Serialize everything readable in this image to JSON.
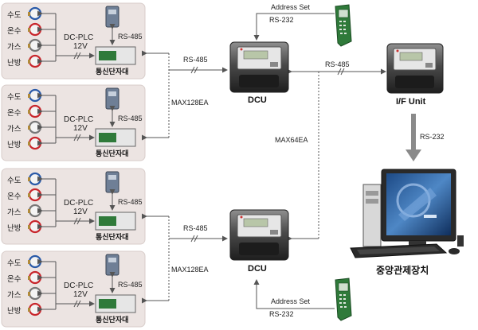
{
  "panels": [
    {
      "meters": [
        "수도",
        "온수",
        "가스",
        "난방"
      ],
      "plc_line1": "DC-PLC",
      "plc_line2": "12V",
      "link": "RS-485",
      "unit": "통신단자대"
    },
    {
      "meters": [
        "수도",
        "온수",
        "가스",
        "난방"
      ],
      "plc_line1": "DC-PLC",
      "plc_line2": "12V",
      "link": "RS-485",
      "unit": "통신단자대"
    },
    {
      "meters": [
        "수도",
        "온수",
        "가스",
        "난방"
      ],
      "plc_line1": "DC-PLC",
      "plc_line2": "12V",
      "link": "RS-485",
      "unit": "통신단자대"
    },
    {
      "meters": [
        "수도",
        "온수",
        "가스",
        "난방"
      ],
      "plc_line1": "DC-PLC",
      "plc_line2": "12V",
      "link": "RS-485",
      "unit": "통신단자대"
    }
  ],
  "labels": {
    "rs485_top": "RS-485",
    "max_top": "MAX128EA",
    "rs485_bottom": "RS-485",
    "max_bottom": "MAX128EA",
    "max_mid": "MAX64EA",
    "rs485_dcu_if": "RS-485",
    "rs232_down": "RS-232",
    "address_set_top": "Address Set",
    "rs232_top": "RS-232",
    "address_set_bottom": "Address Set",
    "rs232_bottom": "RS-232",
    "dcu_top": "DCU",
    "dcu_bottom": "DCU",
    "if_unit": "I/F Unit",
    "central": "중앙관제장치"
  },
  "colors": {
    "panel_bg": "#ece4e2",
    "panel_border": "#d8cdca",
    "line": "#555555",
    "arrow_gray": "#8a8a8a",
    "meter_red": "#c8262c",
    "meter_blue": "#2a5aa8",
    "terminal_green": "#2f7a3a",
    "dcu_body": "#2a2a2a"
  }
}
